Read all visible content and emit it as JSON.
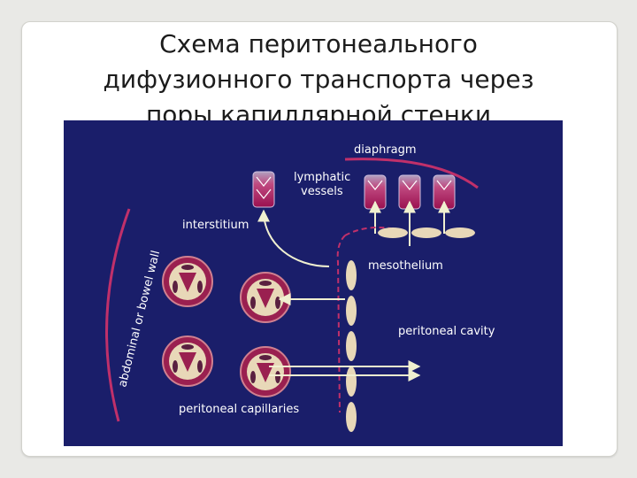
{
  "slide": {
    "title_lines": [
      "Схема перитонеального",
      "дифузионного транспорта через",
      "поры капиллярной стенки"
    ]
  },
  "diagram": {
    "labels": {
      "diaphragm": "diaphragm",
      "lymphatic_line1": "lymphatic",
      "lymphatic_line2": "vessels",
      "interstitium": "interstitium",
      "mesothelium": "mesothelium",
      "peritoneal_cavity": "peritoneal cavity",
      "peritoneal_capillaries": "peritoneal capillaries",
      "wall": "abdominal or bowel wall"
    },
    "colors": {
      "background": "#1a1e6a",
      "membrane": "#c0306a",
      "capillary_ring": "#9a2050",
      "cell": "#e8d8b8",
      "arrow": "#f0f0d0"
    }
  }
}
